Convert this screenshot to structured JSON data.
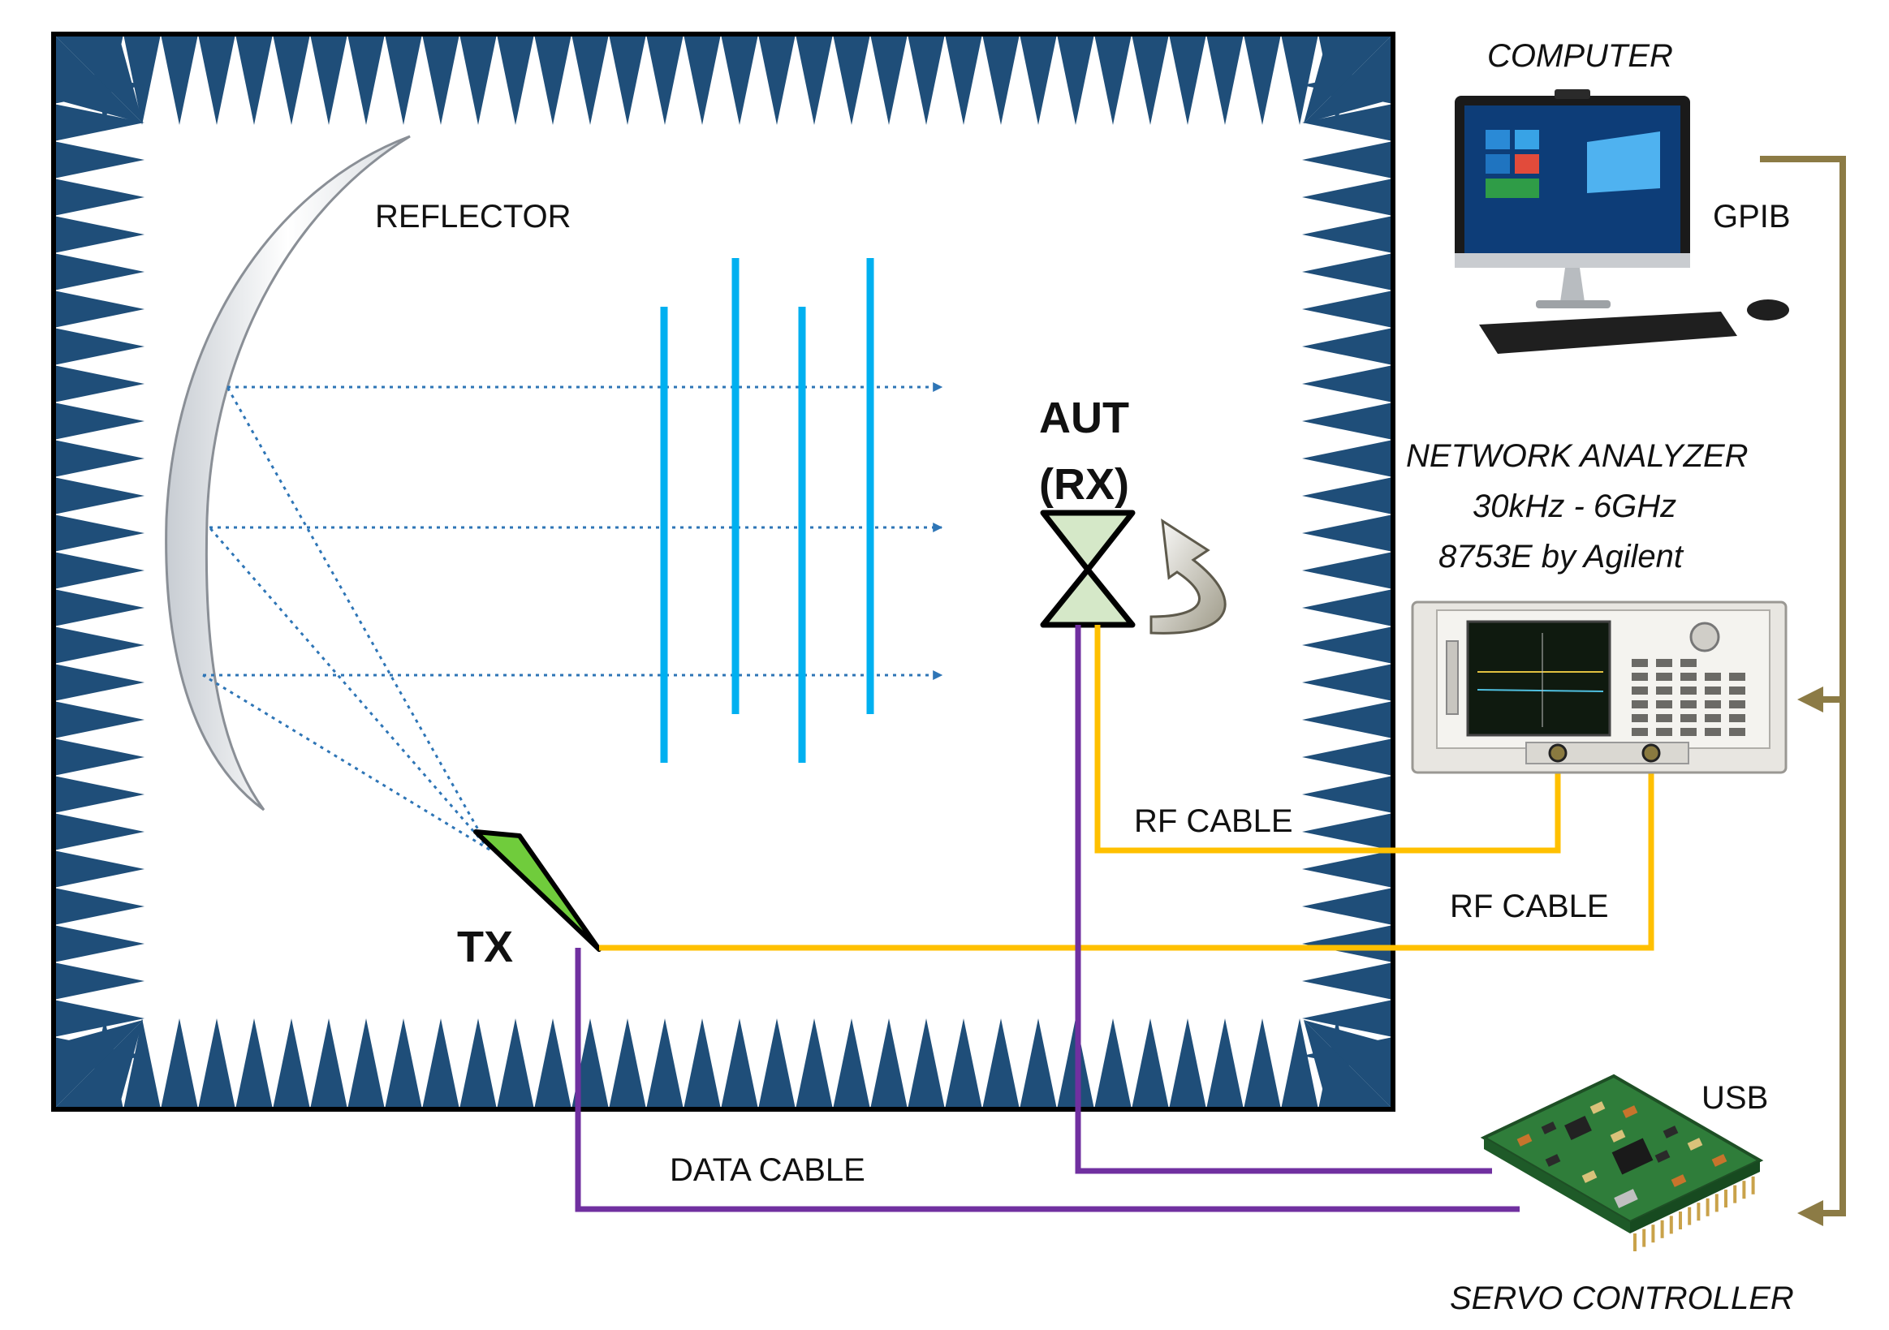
{
  "labels": {
    "reflector": "REFLECTOR",
    "aut_line1": "AUT",
    "aut_line2": "(RX)",
    "tx": "TX",
    "computer": "COMPUTER",
    "gpib": "GPIB",
    "analyzer_line1": "NETWORK ANALYZER",
    "analyzer_line2": "30kHz - 6GHz",
    "analyzer_line3": "8753E by Agilent",
    "rf_cable_1": "RF CABLE",
    "rf_cable_2": "RF CABLE",
    "data_cable": "DATA CABLE",
    "usb": "USB",
    "servo": "SERVO CONTROLLER"
  },
  "colors": {
    "absorber": "#1f4e79",
    "chamber_border": "#000000",
    "wavefront": "#00b0f0",
    "ray": "#2e75b6",
    "rf_cable": "#ffc000",
    "data_cable": "#7030a0",
    "control_bus": "#8c7b45",
    "tx_horn": "#70cc3c",
    "aut": "#d5e8c8",
    "pcb": "#2f7d3a"
  }
}
